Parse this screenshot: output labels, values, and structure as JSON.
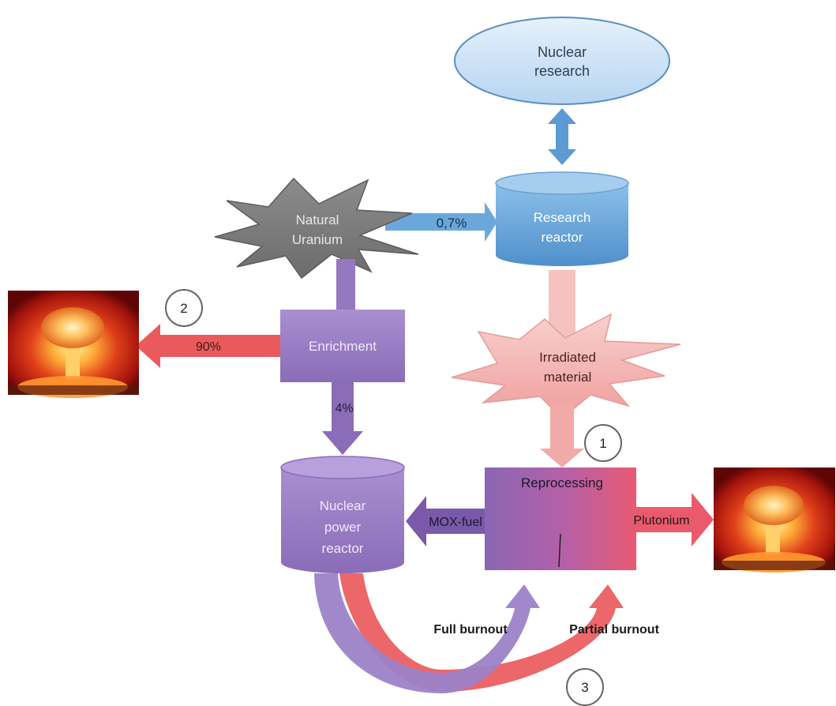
{
  "nodes": {
    "nuclear_research": "Nuclear research",
    "nuclear_research_l1": "Nuclear",
    "nuclear_research_l2": "research",
    "natural_uranium_l1": "Natural",
    "natural_uranium_l2": "Uranium",
    "research_reactor_l1": "Research",
    "research_reactor_l2": "reactor",
    "enrichment": "Enrichment",
    "irradiated_l1": "Irradiated",
    "irradiated_l2": "material",
    "reprocessing": "Reprocessing",
    "power_reactor_l1": "Nuclear",
    "power_reactor_l2": "power",
    "power_reactor_l3": "reactor"
  },
  "flows": {
    "to_research_reactor": "0,7%",
    "to_weapon": "90%",
    "to_power_reactor": "4%",
    "mox": "MOX-fuel",
    "plutonium": "Plutonium",
    "full_burnout": "Full burnout",
    "partial_burnout": "Partial burnout"
  },
  "markers": {
    "m1": "1",
    "m2": "2",
    "m3": "3"
  },
  "colors": {
    "blue": "#6aa8dc",
    "purple": "#9478c0",
    "pink": "#f2aaa8",
    "red": "#ea5a5c",
    "gray": "#7f7f7f"
  },
  "icons": {
    "explosion_left": "mushroom-cloud-icon",
    "explosion_right": "mushroom-cloud-icon"
  }
}
